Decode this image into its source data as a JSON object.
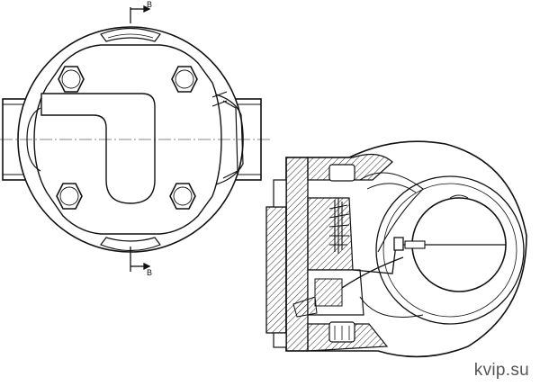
{
  "labels": {
    "section_mark_top": "B",
    "section_mark_bottom": "B"
  },
  "watermark": "kvip.su",
  "colors": {
    "line": "#111111",
    "background": "#ffffff",
    "watermark": "#555555"
  }
}
